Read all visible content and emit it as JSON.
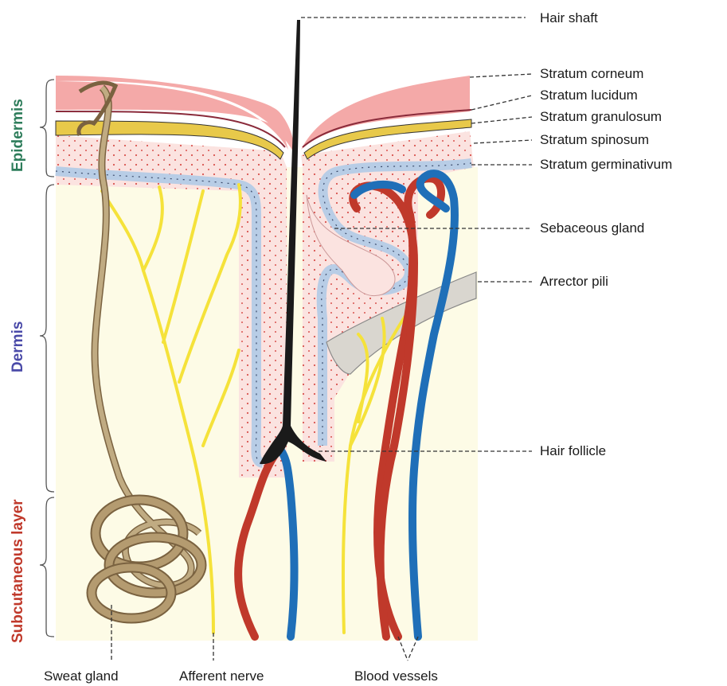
{
  "labels": {
    "hair_shaft": "Hair shaft",
    "stratum_corneum": "Stratum corneum",
    "stratum_lucidum": "Stratum lucidum",
    "stratum_granulosum": "Stratum granulosum",
    "stratum_spinosum": "Stratum spinosum",
    "stratum_germinativum": "Stratum germinativum",
    "sebaceous_gland": "Sebaceous gland",
    "arrector_pili": "Arrector pili",
    "hair_follicle": "Hair follicle",
    "sweat_gland": "Sweat gland",
    "afferent_nerve": "Afferent nerve",
    "blood_vessels": "Blood vessels"
  },
  "layers": {
    "epidermis": "Epidermis",
    "dermis": "Dermis",
    "subcutaneous": "Subcutaneous layer"
  },
  "colors": {
    "epidermis_label": "#2e7d5b",
    "dermis_label": "#4a4aa8",
    "subcutaneous_label": "#c0392b",
    "stratum_corneum": "#f4a9a8",
    "granulosum": "#e8c94a",
    "dermis_bg": "#fdfbe6",
    "artery": "#c0392b",
    "vein": "#1f6fb8",
    "nerve": "#f5e23a",
    "sweat_gland": "#a8906a",
    "hair": "#1a1a1a"
  }
}
